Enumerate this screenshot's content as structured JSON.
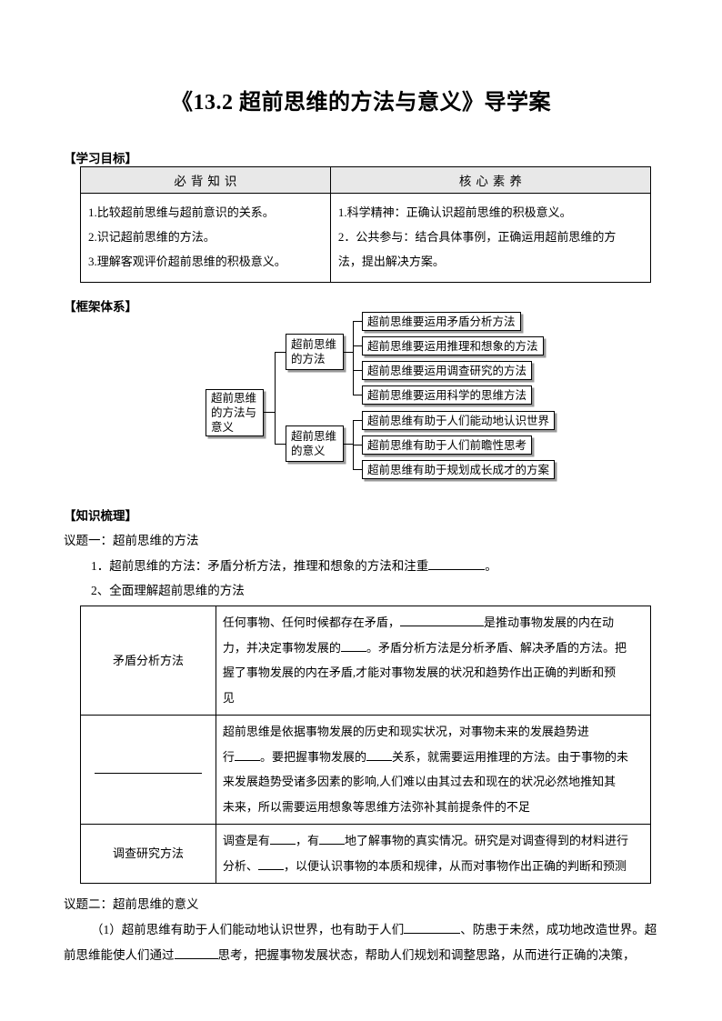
{
  "document": {
    "title": "《13.2 超前思维的方法与意义》导学案"
  },
  "sections": {
    "goals_heading": "【学习目标】",
    "framework_heading": "【框架体系】",
    "knowledge_heading": "【知识梳理】"
  },
  "objectives_table": {
    "headers": [
      "必背知识",
      "核心素养"
    ],
    "left_items": [
      "1.比较超前思维与超前意识的关系。",
      "2.识记超前思维的方法。",
      "3.理解客观评价超前思维的积极意义。"
    ],
    "right_items": [
      "1.科学精神：正确认识超前思维的积极意义。",
      "2．公共参与：结合具体事例，正确运用超前思维的方",
      "法，提出解决方案。"
    ]
  },
  "framework": {
    "root": [
      "超前思维",
      "的方法与",
      "意义"
    ],
    "branches": [
      {
        "title": [
          "超前思维",
          "的方法"
        ],
        "leaves": [
          "超前思维要运用矛盾分析方法",
          "超前思维要运用推理和想象的方法",
          "超前思维要运用调查研究的方法",
          "超前思维要运用科学的思维方法"
        ]
      },
      {
        "title": [
          "超前思维",
          "的意义"
        ],
        "leaves": [
          "超前思维有助于人们能动地认识世界",
          "超前思维有助于人们前瞻性思考",
          "超前思维有助于规划成长成才的方案"
        ]
      }
    ]
  },
  "knowledge": {
    "topic1_heading": "议题一：超前思维的方法",
    "topic1_item1_a": "1．超前思维的方法：矛盾分析方法，推理和想象的方法和注重",
    "topic1_item1_b": "。",
    "topic1_item2": "2、全面理解超前思维的方法",
    "topic2_heading": "议题二：超前思维的意义",
    "topic2_p1_seg1": "（1）超前思维有助于人们能动地认识世界，也有助于人们",
    "topic2_p1_seg2": "、防患于未然，成功地改造世界。超",
    "topic2_p2_seg1": "前思维能使人们通过",
    "topic2_p2_seg2": "思考，把握事物发展状态，帮助人们规划和调整思路，从而进行正确的决策，"
  },
  "method_table": {
    "rows": [
      {
        "label": "矛盾分析方法",
        "label_is_blank": false,
        "lines": [
          [
            {
              "t": "text",
              "v": "任何事物、任何时候都存在矛盾，"
            },
            {
              "t": "blank",
              "w": "b-xl"
            },
            {
              "t": "text",
              "v": "是推动事物发展的内在动"
            }
          ],
          [
            {
              "t": "text",
              "v": "力，并决定事物发展的"
            },
            {
              "t": "blank",
              "w": "b-sm"
            },
            {
              "t": "text",
              "v": "。矛盾分析方法是分析矛盾、解决矛盾的方法。把"
            }
          ],
          [
            {
              "t": "text",
              "v": "握了事物发展的内在矛盾,才能对事物发展的状况和趋势作出正确的判断和预"
            }
          ],
          [
            {
              "t": "text",
              "v": "见"
            }
          ]
        ]
      },
      {
        "label": "",
        "label_is_blank": true,
        "lines": [
          [
            {
              "t": "text",
              "v": "超前思维是依据事物发展的历史和现实状况，对事物未来的发展趋势进"
            }
          ],
          [
            {
              "t": "text",
              "v": "行"
            },
            {
              "t": "blank",
              "w": "b-sm"
            },
            {
              "t": "text",
              "v": "。要把握事物发展的"
            },
            {
              "t": "blank",
              "w": "b-sm"
            },
            {
              "t": "text",
              "v": "关系，就需要运用推理的方法。由于事物的未"
            }
          ],
          [
            {
              "t": "text",
              "v": "来发展趋势受诸多因素的影响,人们难以由其过去和现在的状况必然地推知其"
            }
          ],
          [
            {
              "t": "text",
              "v": "未来，所以需要运用想象等思维方法弥补其前提条件的不足"
            }
          ]
        ]
      },
      {
        "label": "调查研究方法",
        "label_is_blank": false,
        "lines": [
          [
            {
              "t": "text",
              "v": "调查是有"
            },
            {
              "t": "blank",
              "w": "b-sm"
            },
            {
              "t": "text",
              "v": "，有"
            },
            {
              "t": "blank",
              "w": "b-sm"
            },
            {
              "t": "text",
              "v": "地了解事物的真实情况。研究是对调查得到的材料进行"
            }
          ],
          [
            {
              "t": "text",
              "v": "分析、"
            },
            {
              "t": "blank",
              "w": "b-sm"
            },
            {
              "t": "text",
              "v": "，以便认识事物的本质和规律，从而对事物作出正确的判断和预测"
            }
          ]
        ]
      }
    ]
  }
}
